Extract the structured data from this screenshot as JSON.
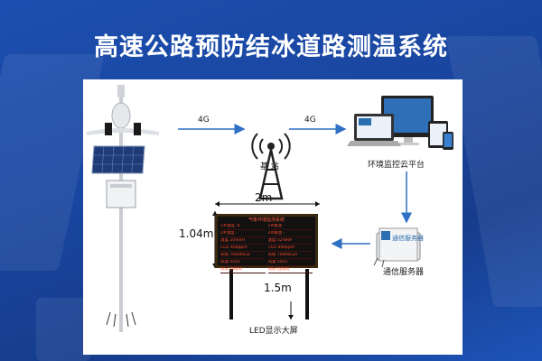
{
  "title": "高速公路预防结冰道路测温系统",
  "links": {
    "left": "4G",
    "right": "4G"
  },
  "nodes": {
    "station": "基  站",
    "cloud": "环境监控云平台",
    "server": "通信服务器",
    "led": "LED显示大屏",
    "server_device_text": "通信服务器"
  },
  "dimensions": {
    "width": "2m",
    "height": "1.04m",
    "post": "1.5m"
  },
  "led_screen": {
    "header": "气象环境监测系统",
    "cells": [
      "1#温度 -4",
      "1#路温 -",
      "2#温度 -",
      "2#路温 -",
      "湿度 20%RH",
      "湿度 52%RH",
      "CO2 400ppm",
      "CO2 400ppm",
      "光照 70000Lux",
      "光照 70000Lux",
      "风速 5m/s",
      "风速 5m/s",
      "风向 西南风",
      "风向 西南风"
    ]
  },
  "colors": {
    "background": "#1a47a6",
    "arrow": "#2f6fc4",
    "led_text": "#ff4a2a"
  }
}
